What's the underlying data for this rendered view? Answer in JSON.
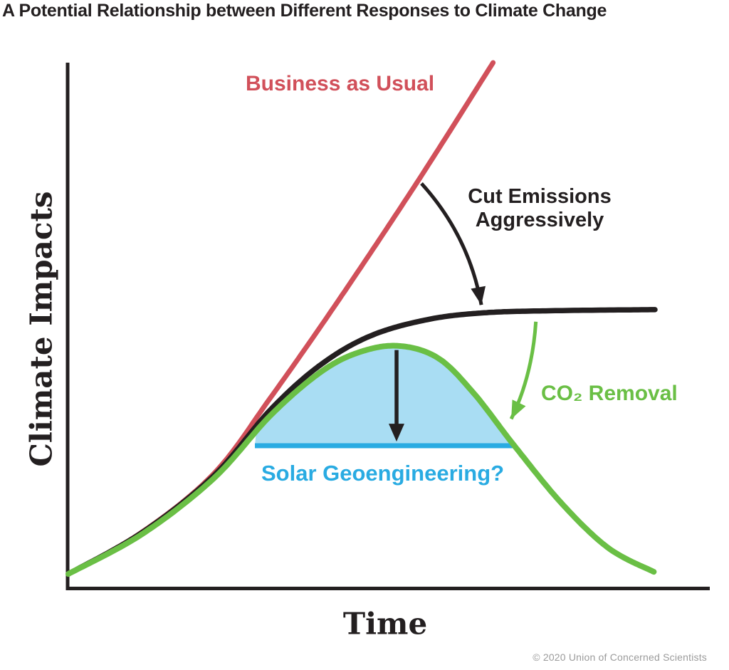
{
  "figure": {
    "title": "A Potential Relationship between Different Responses to Climate Change",
    "xlabel": "Time",
    "ylabel": "Climate Impacts",
    "copyright": "© 2020 Union of Concerned Scientists"
  },
  "labels": {
    "business_as_usual": "Business as Usual",
    "cut_emissions": "Cut Emissions\nAggressively",
    "co2_removal": "CO₂ Removal",
    "solar_geoengineering": "Solar Geoengineering?"
  },
  "colors": {
    "business_as_usual": "#d1505a",
    "cut_emissions": "#231f20",
    "co2_removal": "#6abf45",
    "solar_geoengineering": "#29abe2",
    "solar_fill": "#a9ddf3",
    "axis": "#231f20",
    "copyright": "#9b9b9b"
  },
  "chart_data": {
    "type": "line",
    "title": "A Potential Relationship between Different Responses to Climate Change",
    "xlabel": "Time",
    "ylabel": "Climate Impacts",
    "xlim": [
      0,
      100
    ],
    "ylim": [
      0,
      100
    ],
    "grid": false,
    "axis_ticks": false,
    "legend": "inline-labels",
    "note": "Conceptual diagram: unitless axes, values estimated from pixel positions on a 0-100 scale",
    "series": [
      {
        "id": "business_as_usual",
        "name": "Business as Usual",
        "type": "line",
        "color": "#d1505a",
        "points": [
          [
            0,
            2.7
          ],
          [
            12.6,
            10.7
          ],
          [
            24.8,
            21.8
          ],
          [
            34.5,
            36.3
          ],
          [
            46.2,
            55.0
          ],
          [
            59.9,
            78.0
          ],
          [
            72.4,
            100
          ]
        ]
      },
      {
        "id": "cut_emissions",
        "name": "Cut Emissions Aggressively",
        "type": "line",
        "color": "#231f20",
        "points": [
          [
            0,
            2.7
          ],
          [
            12.6,
            10.6
          ],
          [
            24.8,
            21.4
          ],
          [
            34.5,
            34.0
          ],
          [
            43,
            42.5
          ],
          [
            51.5,
            48.0
          ],
          [
            61.2,
            51.1
          ],
          [
            70.9,
            52.4
          ],
          [
            83,
            52.8
          ],
          [
            100,
            53.0
          ]
        ]
      },
      {
        "id": "co2_removal",
        "name": "CO₂ Removal",
        "type": "line",
        "color": "#6abf45",
        "points": [
          [
            0,
            2.7
          ],
          [
            12.6,
            10.3
          ],
          [
            24.8,
            20.9
          ],
          [
            34.5,
            32.9
          ],
          [
            43,
            41.1
          ],
          [
            49.6,
            44.9
          ],
          [
            56.3,
            46.1
          ],
          [
            63,
            43.8
          ],
          [
            69.1,
            37.1
          ],
          [
            76.1,
            27.0
          ],
          [
            84.2,
            16.0
          ],
          [
            92.1,
            7.6
          ],
          [
            99.8,
            3.1
          ]
        ]
      },
      {
        "id": "solar_geoengineering",
        "name": "Solar Geoengineering?",
        "type": "hline_segment",
        "color": "#29abe2",
        "y": 27.1,
        "x_range": [
          31.8,
          76.0
        ],
        "fill_between_series": "co2_removal",
        "fill_color": "#a9ddf3"
      }
    ],
    "annotations": [
      {
        "id": "cut_emissions_arrow",
        "type": "curved_arrow",
        "color": "#231f20",
        "from": [
          60.2,
          77.0
        ],
        "control": [
          68.3,
          67.0
        ],
        "to": [
          70.4,
          53.9
        ]
      },
      {
        "id": "co2_removal_arrow",
        "type": "curved_arrow",
        "color": "#6abf45",
        "from": [
          79.7,
          50.7
        ],
        "control": [
          79.1,
          40.5
        ],
        "to": [
          75.5,
          32.2
        ]
      },
      {
        "id": "solar_geoengineering_arrow",
        "type": "straight_arrow",
        "color": "#231f20",
        "from": [
          55.95,
          45.3
        ],
        "to": [
          55.95,
          27.9
        ]
      }
    ]
  }
}
